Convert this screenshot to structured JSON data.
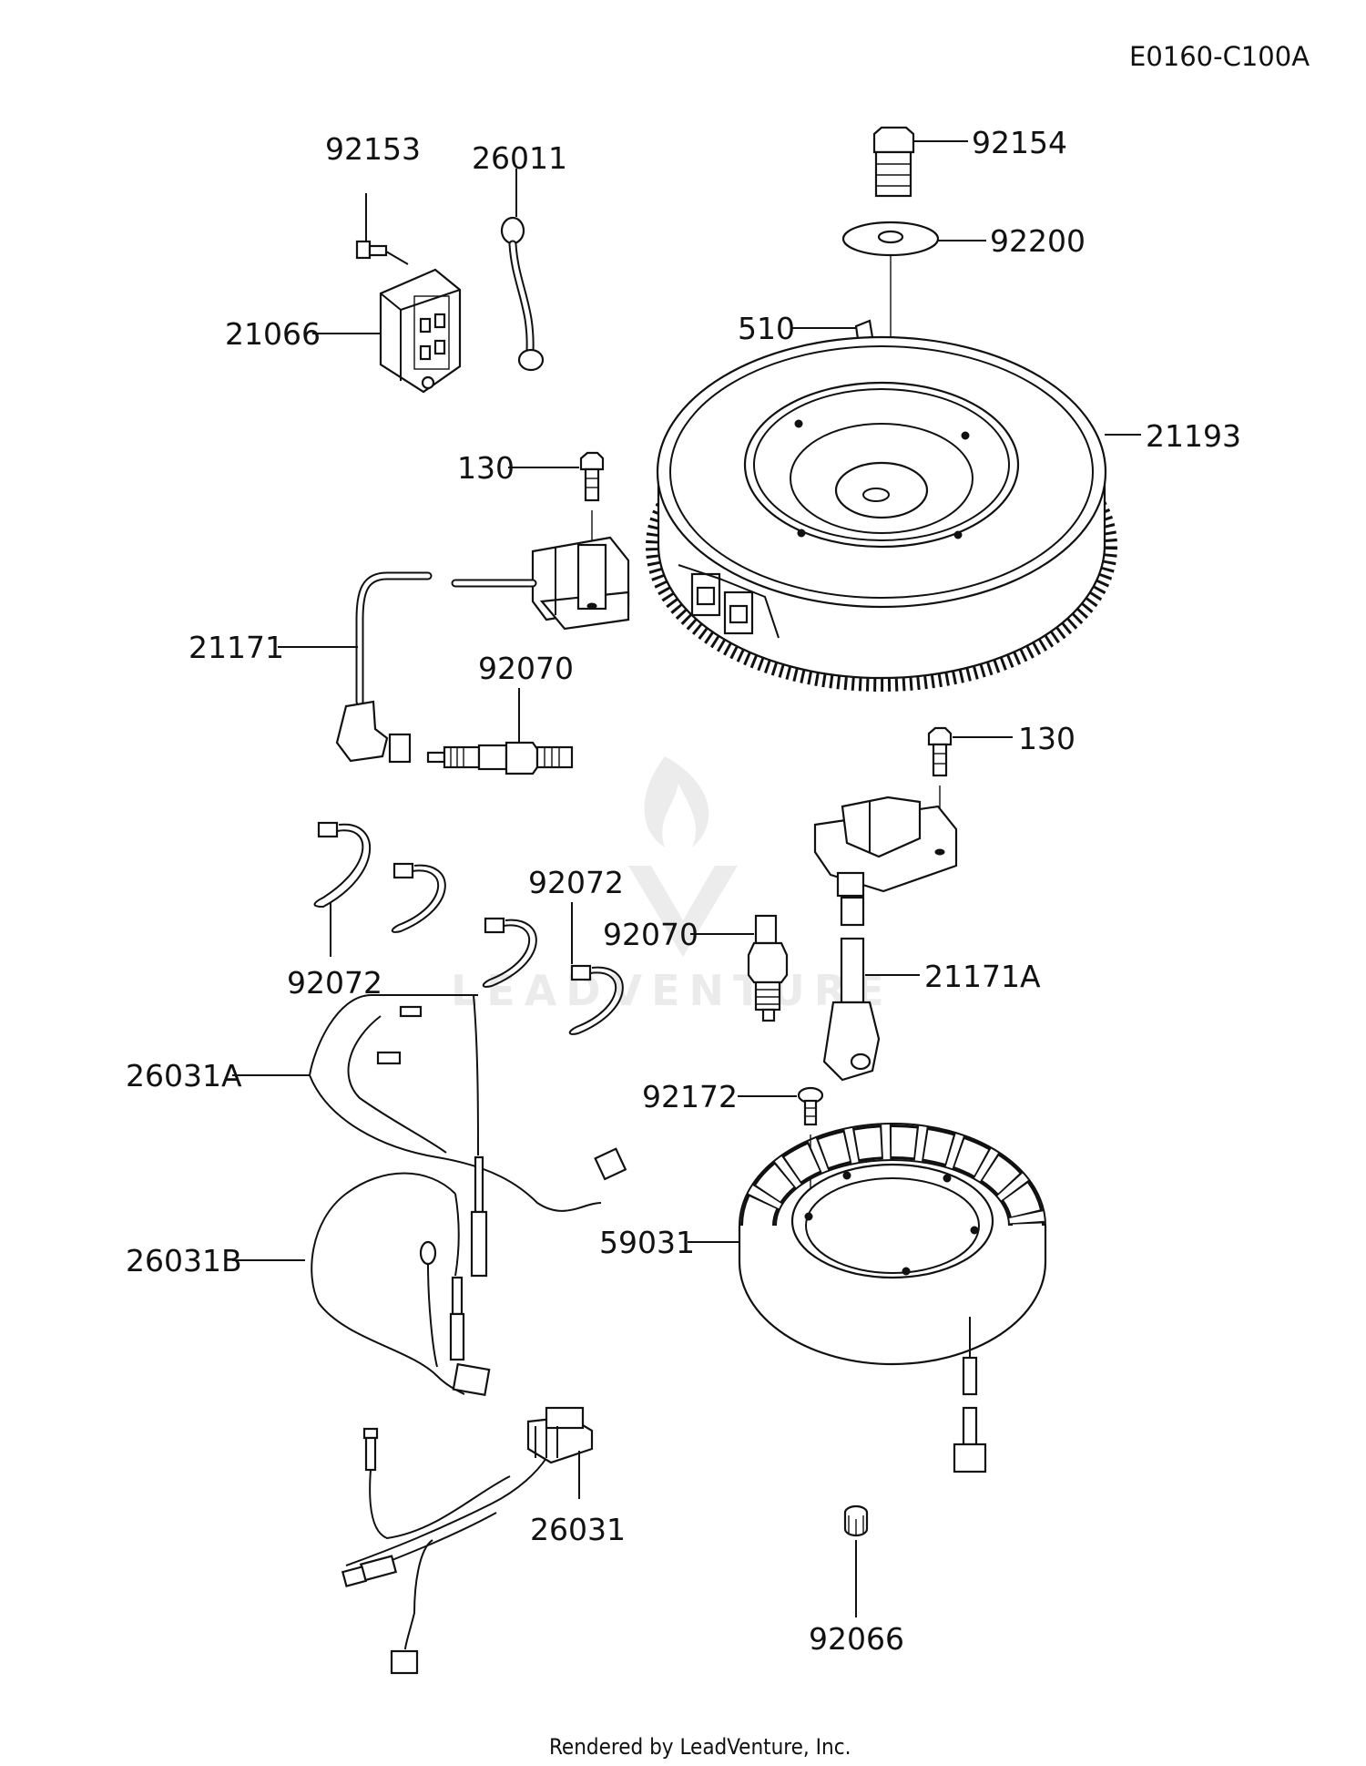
{
  "diagram": {
    "code": "E0160-C100A",
    "footer": "Rendered by LeadVenture, Inc.",
    "watermark": "LEADVENTURE",
    "labels": {
      "p92154": "92154",
      "p92200": "92200",
      "p510": "510",
      "p21193": "21193",
      "p92153": "92153",
      "p26011": "26011",
      "p21066": "21066",
      "p130a": "130",
      "p21171": "21171",
      "p92070a": "92070",
      "p130b": "130",
      "p92072a": "92072",
      "p92072b": "92072",
      "p92070b": "92070",
      "p21171A": "21171A",
      "p26031A": "26031A",
      "p92172": "92172",
      "p26031B": "26031B",
      "p59031": "59031",
      "p26031": "26031",
      "p92066": "92066"
    }
  }
}
